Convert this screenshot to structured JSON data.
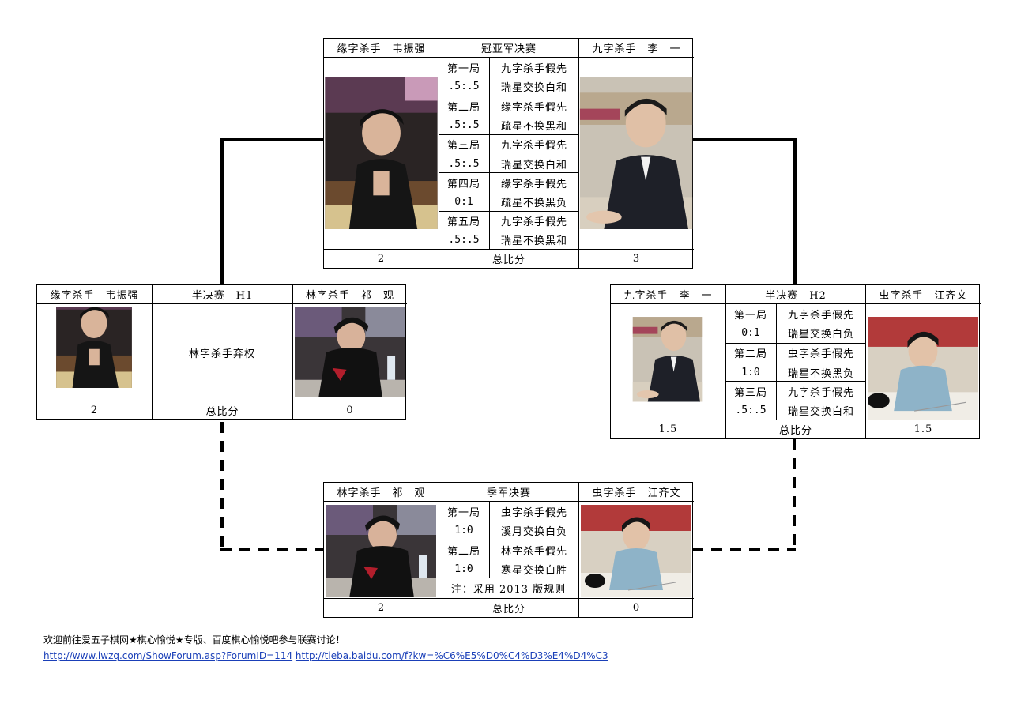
{
  "final": {
    "left_player": "缘字杀手　韦振强",
    "title": "冠亚军决赛",
    "right_player": "九字杀手　李　一",
    "games": [
      {
        "name": "第一局",
        "score": ".5:.5",
        "line1": "九字杀手假先",
        "line2": "瑞星交换白和"
      },
      {
        "name": "第二局",
        "score": ".5:.5",
        "line1": "缘字杀手假先",
        "line2": "疏星不换黑和"
      },
      {
        "name": "第三局",
        "score": ".5:.5",
        "line1": "九字杀手假先",
        "line2": "瑞星交换白和"
      },
      {
        "name": "第四局",
        "score": "0:1",
        "line1": "缘字杀手假先",
        "line2": "疏星不换黑负"
      },
      {
        "name": "第五局",
        "score": ".5:.5",
        "line1": "九字杀手假先",
        "line2": "瑞星不换黑和"
      }
    ],
    "left_total": "2",
    "total_label": "总比分",
    "right_total": "3"
  },
  "semi1": {
    "left_player": "缘字杀手　韦振强",
    "title": "半决赛　H1",
    "right_player": "林字杀手　祁　观",
    "note": "林字杀手弃权",
    "left_total": "2",
    "total_label": "总比分",
    "right_total": "0"
  },
  "semi2": {
    "left_player": "九字杀手　李　一",
    "title": "半决赛　H2",
    "right_player": "虫字杀手　江齐文",
    "games": [
      {
        "name": "第一局",
        "score": "0:1",
        "line1": "九字杀手假先",
        "line2": "瑞星交换白负"
      },
      {
        "name": "第二局",
        "score": "1:0",
        "line1": "虫字杀手假先",
        "line2": "瑞星不换黑负"
      },
      {
        "name": "第三局",
        "score": ".5:.5",
        "line1": "九字杀手假先",
        "line2": "瑞星交换白和"
      }
    ],
    "left_total": "1.5",
    "total_label": "总比分",
    "right_total": "1.5"
  },
  "third": {
    "left_player": "林字杀手　祁　观",
    "title": "季军决赛",
    "right_player": "虫字杀手　江齐文",
    "games": [
      {
        "name": "第一局",
        "score": "1:0",
        "line1": "虫字杀手假先",
        "line2": "溪月交换白负"
      },
      {
        "name": "第二局",
        "score": "1:0",
        "line1": "林字杀手假先",
        "line2": "寒星交换白胜"
      }
    ],
    "note": "注：采用 2013 版规则",
    "left_total": "2",
    "total_label": "总比分",
    "right_total": "0"
  },
  "footer": {
    "text": "欢迎前往爱五子棋网★棋心愉悦★专版、百度棋心愉悦吧参与联赛讨论！",
    "link1": "http://www.iwzq.com/ShowForum.asp?ForumID=114",
    "link2": "http://tieba.baidu.com/f?kw=%C6%E5%D0%C4%D3%E4%D4%C3"
  },
  "colors": {
    "link": "#1a3fb8"
  }
}
